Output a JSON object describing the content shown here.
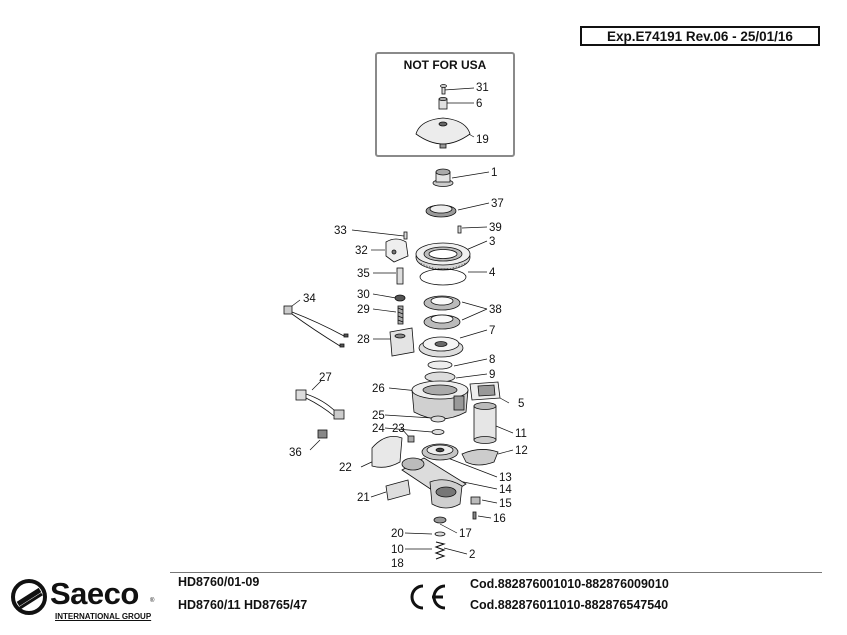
{
  "header": {
    "exp_code": "Exp.E74191 Rev.06 - 25/01/16",
    "usa_box_title": "NOT FOR USA"
  },
  "parts": {
    "labels": [
      "31",
      "6",
      "19",
      "1",
      "37",
      "39",
      "33",
      "3",
      "32",
      "4",
      "35",
      "30",
      "38",
      "34",
      "29",
      "7",
      "28",
      "8",
      "9",
      "27",
      "26",
      "5",
      "25",
      "24",
      "23",
      "11",
      "12",
      "22",
      "13",
      "14",
      "36",
      "15",
      "21",
      "16",
      "17",
      "20",
      "2",
      "10",
      "18"
    ]
  },
  "footer": {
    "brand": "Saeco",
    "brand_sub": "INTERNATIONAL GROUP",
    "brand_reg": "®",
    "model_line1": "HD8760/01-09",
    "model_line2": "HD8760/11  HD8765/47",
    "ce_mark": "CE",
    "cod_line1": "Cod.882876001010-882876009010",
    "cod_line2": "Cod.882876011010-882876547540"
  },
  "colors": {
    "line": "#111111",
    "part_fill": "#e6e6e6",
    "part_shade": "#9a9a9a",
    "box_border": "#8a8a8a"
  }
}
